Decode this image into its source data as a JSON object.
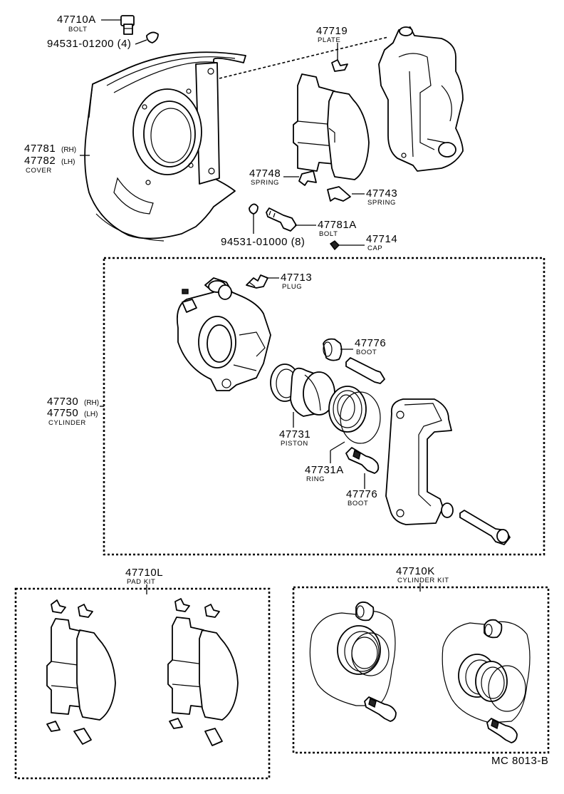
{
  "labels": {
    "p47710A": {
      "num": "47710A",
      "name": "BOLT"
    },
    "p94531_01200": {
      "num": "94531-01200 (4)"
    },
    "p47719": {
      "num": "47719",
      "name": "PLATE"
    },
    "p47781": {
      "num": "47781",
      "suffix": "(RH)"
    },
    "p47782": {
      "num": "47782",
      "suffix": "(LH)",
      "name": "COVER"
    },
    "p47748": {
      "num": "47748",
      "name": "SPRING"
    },
    "p47743": {
      "num": "47743",
      "name": "SPRING"
    },
    "p47781A": {
      "num": "47781A",
      "name": "BOLT"
    },
    "p94531_01000": {
      "num": "94531-01000 (8)"
    },
    "p47714": {
      "num": "47714",
      "name": "CAP"
    },
    "p47713": {
      "num": "47713",
      "name": "PLUG"
    },
    "p47776a": {
      "num": "47776",
      "name": "BOOT"
    },
    "p47730": {
      "num": "47730",
      "suffix": "(RH)"
    },
    "p47750": {
      "num": "47750",
      "suffix": "(LH)",
      "name": "CYLINDER"
    },
    "p47731": {
      "num": "47731",
      "name": "PISTON"
    },
    "p47731A": {
      "num": "47731A",
      "name": "RING"
    },
    "p47776b": {
      "num": "47776",
      "name": "BOOT"
    },
    "p47710L": {
      "num": "47710L",
      "name": "PAD KIT"
    },
    "p47710K": {
      "num": "47710K",
      "name": "CYLINDER KIT"
    }
  },
  "footer": {
    "code": "MC 8013-B"
  }
}
